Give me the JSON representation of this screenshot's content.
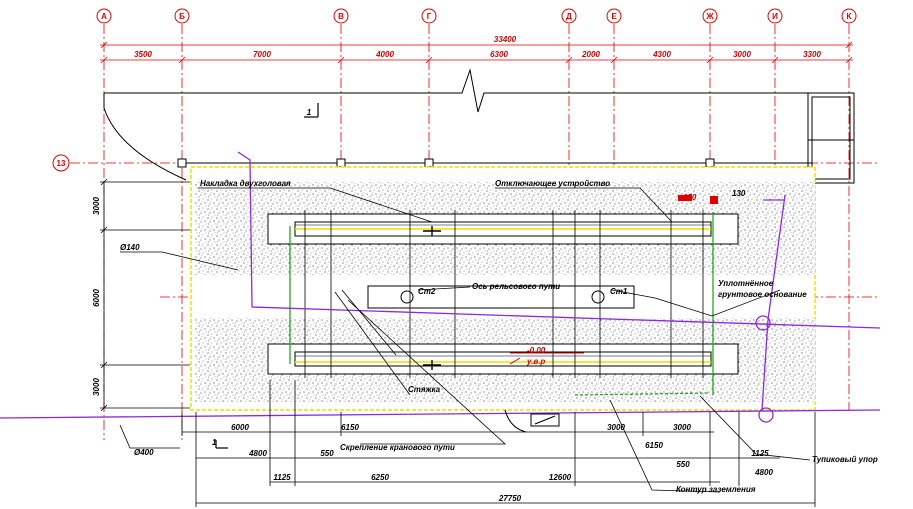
{
  "axes": {
    "columns": [
      "А",
      "Б",
      "В",
      "Г",
      "Д",
      "Е",
      "Ж",
      "И",
      "К"
    ],
    "row": "13"
  },
  "top_dims": {
    "overall": "33400",
    "spans": [
      "3500",
      "7000",
      "4000",
      "6300",
      "2000",
      "4300",
      "3000",
      "3300"
    ]
  },
  "left_dims": [
    "3000",
    "6000",
    "3000"
  ],
  "bottom_dims": {
    "row1": [
      "6000",
      "6150",
      "3000",
      "3000"
    ],
    "row2": [
      "4800",
      "550",
      "6150",
      "550",
      "4800"
    ],
    "row3": [
      "1125",
      "6250",
      "12600",
      "1125"
    ],
    "overall": "27750"
  },
  "labels": {
    "section_mark": "1",
    "section_mark_bottom": "1",
    "nakladka": "Накладка двухголовая",
    "otklyuch": "Отключающее устройство",
    "d140": "Ø140",
    "d400": "Ø400",
    "os": "Ось рельсового пути",
    "st2": "Ст2",
    "st1": "Ст1",
    "uplotn1": "Уплотнённое",
    "uplotn2": "грунтовое основание",
    "stremyanka": "Стяжка",
    "sborka": "Скрепление кранового пути",
    "tupik": "Тупиковый упор",
    "kontur": "Контур заземления",
    "level": "-0.00",
    "level_sub": "у.в.р",
    "mark150": "150",
    "mark130": "130"
  },
  "colors": {
    "axis": "#e00000",
    "purple": "#8a2be2",
    "green": "#22aa22",
    "yellow": "#e8e000"
  }
}
